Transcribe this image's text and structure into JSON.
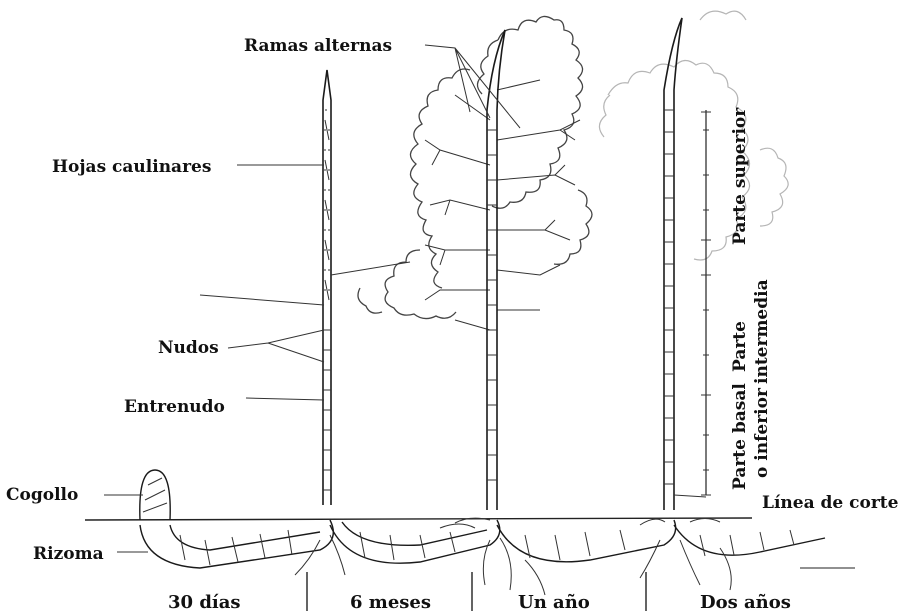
{
  "labels": {
    "ramas_alternas": "Ramas alternas",
    "hojas_caulinares": "Hojas caulinares",
    "nudos": "Nudos",
    "entrenudo": "Entrenudo",
    "cogollo": "Cogollo",
    "rizoma": "Rizoma",
    "linea_de_corte": "Línea de corte",
    "parte_superior": "Parte superior",
    "parte_intermedia_1": "Parte",
    "parte_intermedia_2": "intermedia",
    "parte_basal_1": "Parte basal",
    "parte_basal_2": "o inferior"
  },
  "stages": [
    "30 días",
    "6 meses",
    "Un año",
    "Dos años"
  ]
}
